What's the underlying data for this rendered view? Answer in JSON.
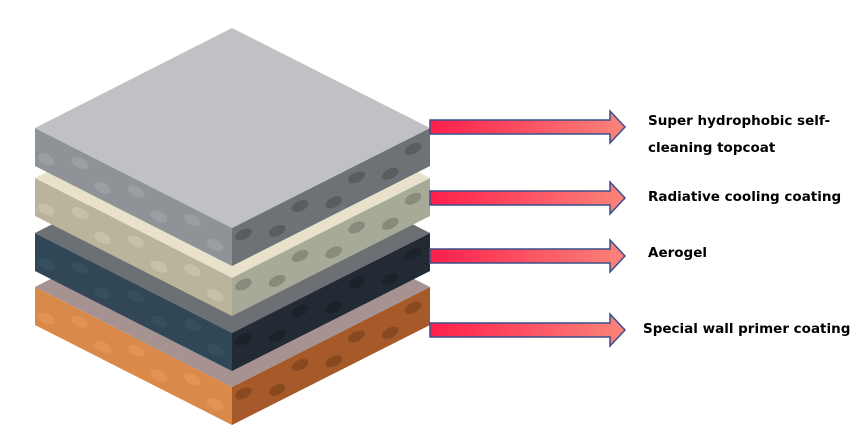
{
  "layers": [
    {
      "label_line1": "Super hydrophobic self-",
      "label_line2": "cleaning topcoat",
      "top": "#bfc1c4",
      "left": "#8f9297",
      "right": "#6e7176",
      "spot": "#a5a8ad"
    },
    {
      "label": "Radiative cooling coating",
      "top": "#e9e2ca",
      "left": "#bab49d",
      "right": "#a6aa97",
      "spot": "#d3ccb3"
    },
    {
      "label": "Aerogel",
      "top": "#6c6f74",
      "left": "#2f4757",
      "right": "#222a34",
      "spot": "#3d5566"
    },
    {
      "label": "Special wall primer coating",
      "top": "#a79292",
      "left": "#d98a4b",
      "right": "#a65a29",
      "spot": "#e89d5f"
    }
  ],
  "arrow_colors": {
    "start": "#ff1f4b",
    "end": "#f9857a",
    "stroke": "#3b4f8a"
  }
}
